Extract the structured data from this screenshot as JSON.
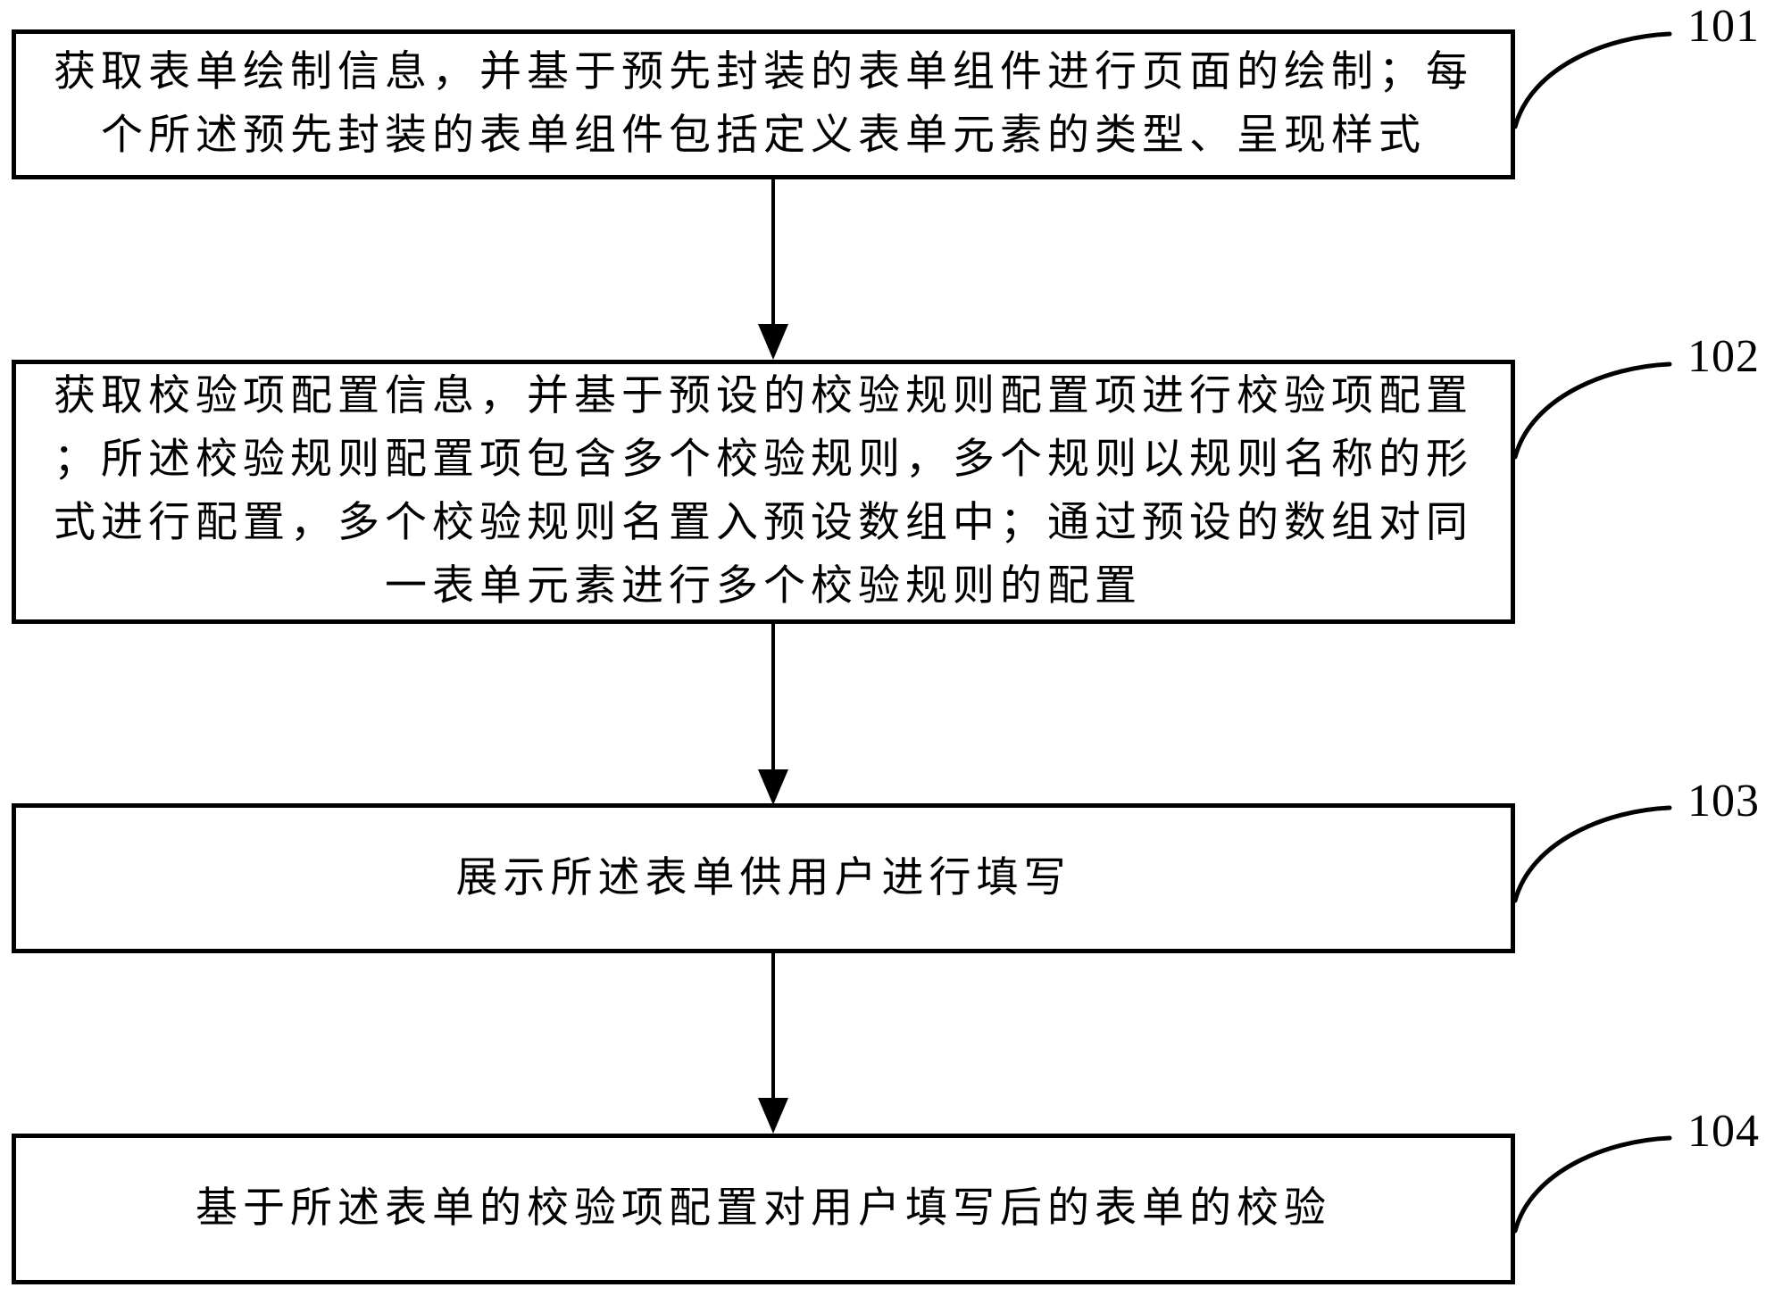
{
  "diagram": {
    "background_color": "#ffffff",
    "line_color": "#000000",
    "steps": [
      {
        "ref": "101",
        "lines": [
          "获取表单绘制信息，并基于预先封装的表单组件进行页面的绘制；每",
          "个所述预先封装的表单组件包括定义表单元素的类型、呈现样式"
        ]
      },
      {
        "ref": "102",
        "lines": [
          "获取校验项配置信息，并基于预设的校验规则配置项进行校验项配置",
          "；所述校验规则配置项包含多个校验规则，多个规则以规则名称的形",
          "式进行配置，多个校验规则名置入预设数组中；通过预设的数组对同",
          "一表单元素进行多个校验规则的配置"
        ]
      },
      {
        "ref": "103",
        "lines": [
          "展示所述表单供用户进行填写"
        ]
      },
      {
        "ref": "104",
        "lines": [
          "基于所述表单的校验项配置对用户填写后的表单的校验"
        ]
      }
    ]
  }
}
